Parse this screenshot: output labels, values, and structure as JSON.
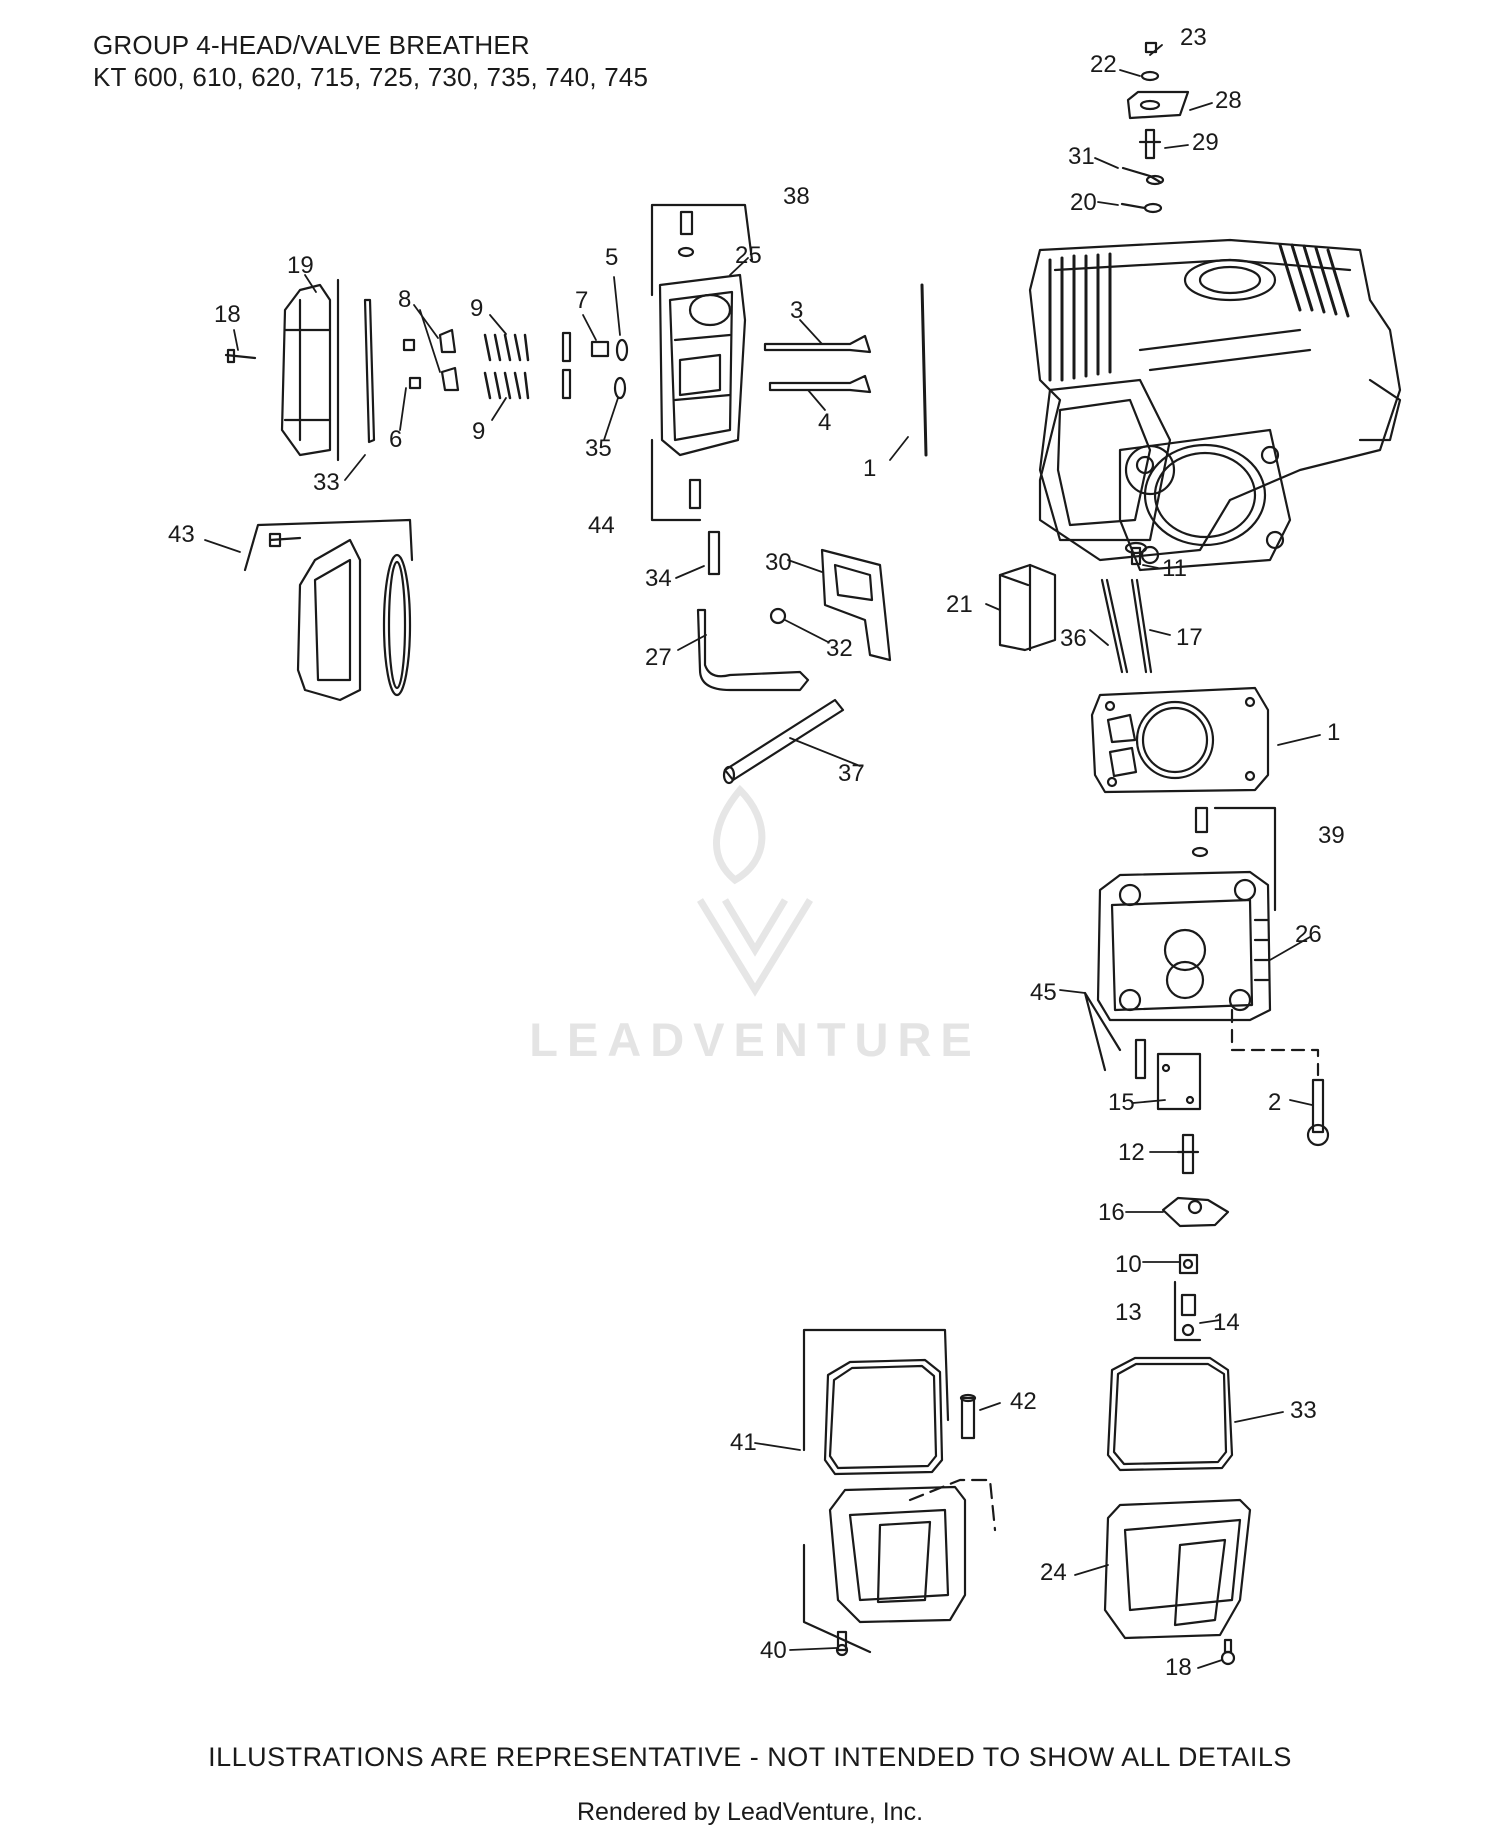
{
  "header": {
    "title": "GROUP 4-HEAD/VALVE BREATHER",
    "models": "KT 600, 610, 620, 715, 725, 730, 735, 740, 745"
  },
  "footer": {
    "disclaimer": "ILLUSTRATIONS ARE REPRESENTATIVE - NOT INTENDED TO SHOW ALL DETAILS",
    "rendered_by": "Rendered by LeadVenture, Inc."
  },
  "watermark": {
    "text": "LEADVENTURE",
    "icon": "flame-v-logo-icon"
  },
  "colors": {
    "line": "#1a1a1a",
    "watermark": "#e4e4e4",
    "background": "#ffffff"
  },
  "callouts": [
    "23",
    "22",
    "28",
    "29",
    "31",
    "20",
    "38",
    "25",
    "5",
    "19",
    "18",
    "8",
    "9",
    "7",
    "3",
    "6",
    "35",
    "4",
    "1",
    "33",
    "44",
    "43",
    "34",
    "30",
    "21",
    "36",
    "17",
    "11",
    "27",
    "32",
    "37",
    "1",
    "39",
    "26",
    "45",
    "2",
    "15",
    "12",
    "16",
    "10",
    "13",
    "14",
    "42",
    "41",
    "33",
    "24",
    "40",
    "18"
  ]
}
